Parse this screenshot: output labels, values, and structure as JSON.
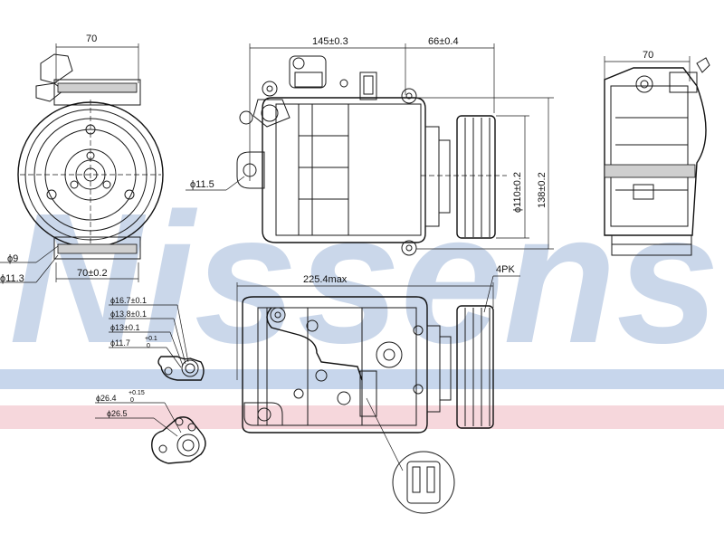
{
  "watermark": {
    "text": "Nissens",
    "color": "#9fb6d8"
  },
  "band_colors": {
    "blue": "#c7d6ec",
    "pink": "#f6d7dc"
  },
  "dimensions": {
    "front_top_width": "70",
    "front_bottom_width": "70±0.2",
    "front_hole_small": "ϕ9",
    "front_hole_large": "ϕ11.3",
    "side_length_body": "145±0.3",
    "side_length_clutch": "66±0.4",
    "side_mount_hole": "ϕ11.5",
    "pulley_diameter": "ϕ110±0.2",
    "overall_height": "138±0.2",
    "rear_top_width": "70",
    "overall_length": "225.4max",
    "belt_type": "4PK"
  },
  "port_suction": {
    "d1": "ϕ16.7±0.1",
    "d2": "ϕ13.8±0.1",
    "d3": "ϕ13±0.1",
    "d4_main": "ϕ11.7",
    "d4_tol_upper": "+0.1",
    "d4_tol_lower": "0"
  },
  "port_discharge": {
    "d1_main": "ϕ26.4",
    "d1_tol_upper": "+0.15",
    "d1_tol_lower": "0",
    "d2": "ϕ26.5"
  }
}
